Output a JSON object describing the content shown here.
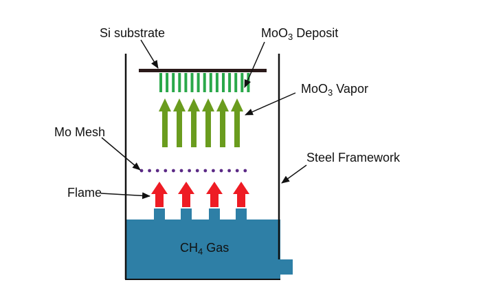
{
  "labels": {
    "si_substrate": "Si substrate",
    "moo3_deposit": {
      "main": "MoO",
      "sub": "3",
      "tail": " Deposit"
    },
    "moo3_vapor": {
      "main": "MoO",
      "sub": "3",
      "tail": " Vapor"
    },
    "mo_mesh": "Mo Mesh",
    "steel_framework": "Steel Framework",
    "flame": "Flame",
    "ch4_gas": {
      "main": "CH",
      "sub": "4",
      "tail": " Gas"
    }
  },
  "colors": {
    "framework": "#111111",
    "gas": "#2e7fa6",
    "gas_dark": "#1f6585",
    "vapor_arrow": "#6a9c1e",
    "deposit": "#2aa84a",
    "flame": "#ee1c24",
    "mesh_dot": "#5b2a86",
    "substrate": "#2b1a1a"
  },
  "counts": {
    "deposit_fibers": 15,
    "vapor_arrows": 6,
    "mesh_dots": 14,
    "flame_arrows": 4
  }
}
